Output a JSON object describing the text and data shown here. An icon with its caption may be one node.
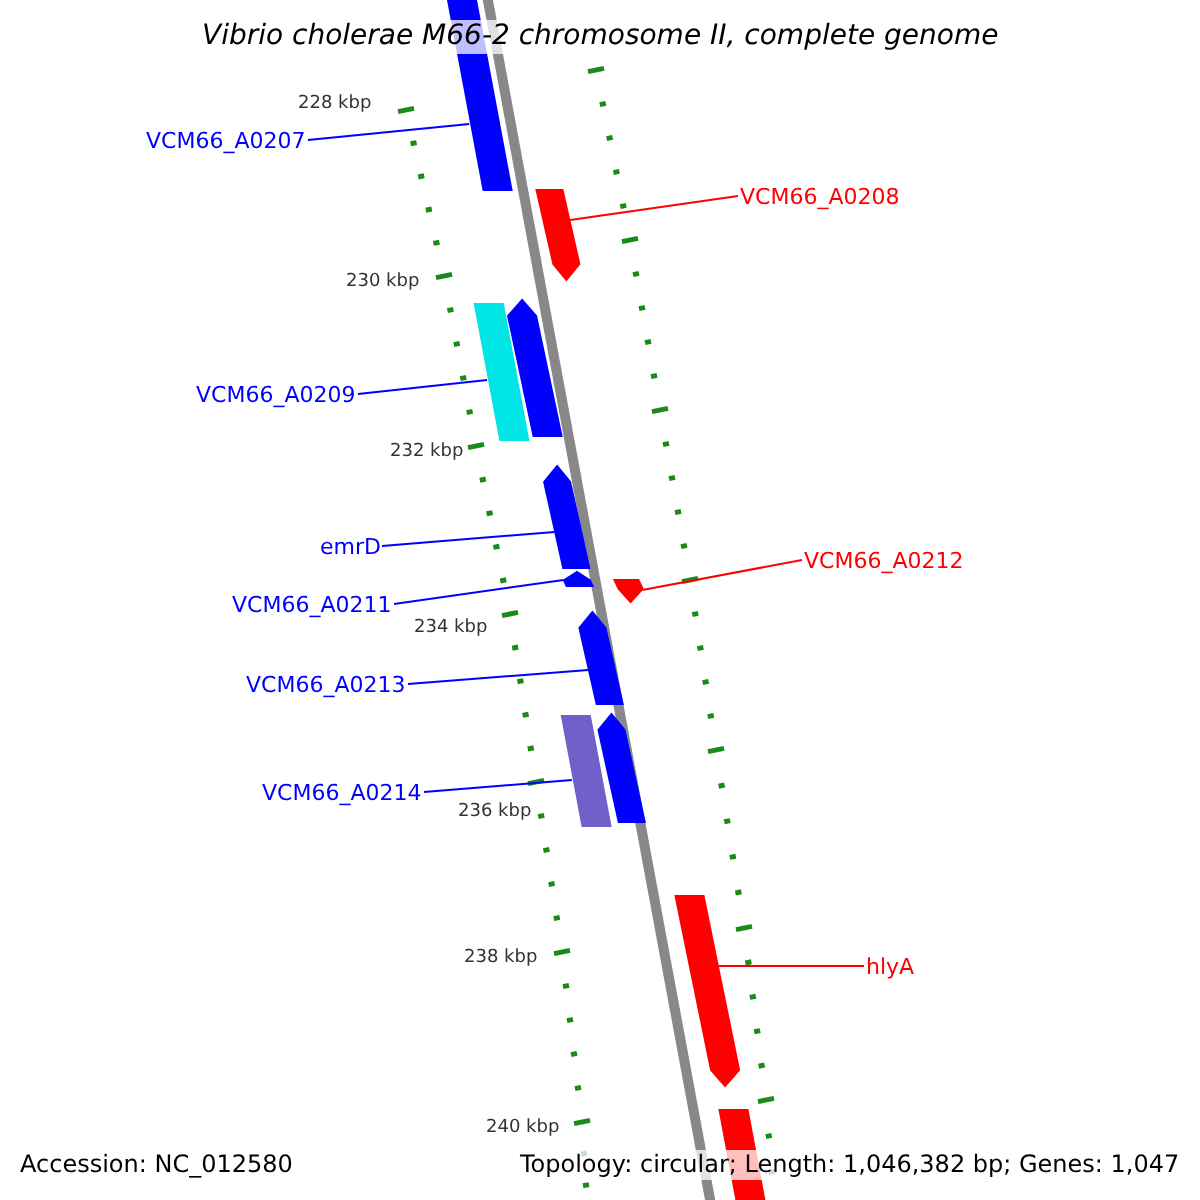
{
  "diagram": {
    "title": "Vibrio cholerae M66-2 chromosome II, complete genome",
    "nodes": [
      {
        "text": [
          "VCM66_A0207"
        ]
      },
      {
        "text": [
          "VCM66_A0208"
        ]
      },
      {
        "text": [
          "VCM66_A0209"
        ]
      },
      {
        "text": [
          "emrD"
        ]
      },
      {
        "text": [
          "VCM66_A0211"
        ]
      },
      {
        "text": [
          "VCM66_A0212"
        ]
      },
      {
        "text": [
          "VCM66_A0213"
        ]
      },
      {
        "text": [
          "VCM66_A0214"
        ]
      },
      {
        "text": [
          "hlyA"
        ]
      },
      {
        "text": [],
        "shape": "bar"
      },
      {
        "text": [],
        "shape": "bar"
      },
      {
        "text": [],
        "shape": "bar"
      },
      {
        "text": [],
        "shape": "bar"
      },
      {
        "text": [],
        "shape": "bar"
      },
      {
        "text": [],
        "shape": "bar"
      },
      {
        "text": [],
        "shape": "bar"
      },
      {
        "text": [],
        "shape": "bar"
      },
      {
        "text": [],
        "shape": "bar"
      },
      {
        "text": [],
        "shape": "bar"
      },
      {
        "text": [],
        "shape": "bar"
      },
      {
        "text": [],
        "shape": "bar"
      }
    ],
    "edges": [
      {
        "from": 0,
        "to": 9,
        "arrow": "none"
      },
      {
        "from": 1,
        "to": 10,
        "arrow": "none",
        "color": "#ff0000"
      },
      {
        "from": 2,
        "to": 11,
        "arrow": "none"
      },
      {
        "from": 3,
        "to": 13,
        "arrow": "none"
      },
      {
        "from": 4,
        "to": 14,
        "arrow": "none"
      },
      {
        "from": 5,
        "to": 15,
        "arrow": "none",
        "color": "#ff0000"
      },
      {
        "from": 6,
        "to": 16,
        "arrow": "none"
      },
      {
        "from": 7,
        "to": 17,
        "arrow": "none"
      },
      {
        "from": 8,
        "to": 19,
        "arrow": "none",
        "color": "#ff0000"
      }
    ],
    "labels": [
      "228 kbp",
      "230 kbp",
      "232 kbp",
      "234 kbp",
      "236 kbp",
      "238 kbp",
      "240 kbp",
      "Accession: NC_012580",
      "Topology: circular; Length: 1,046,382 bp; Genes: 1,047"
    ]
  }
}
